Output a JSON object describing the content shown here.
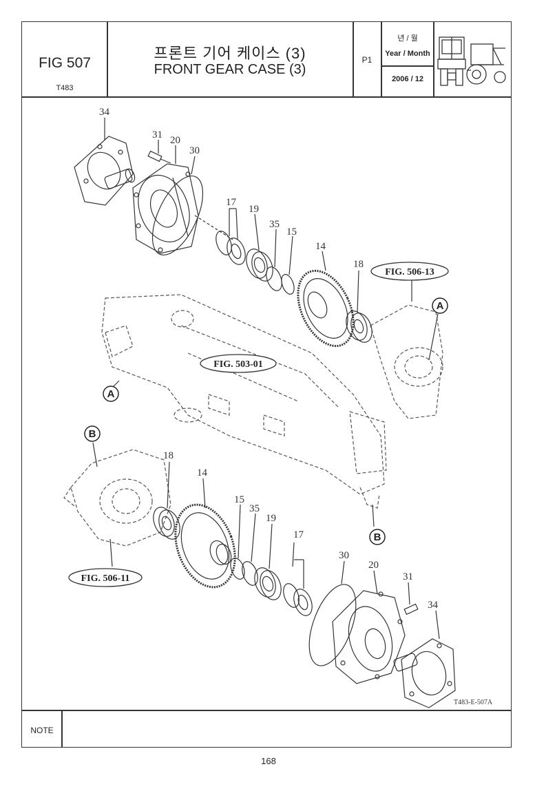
{
  "header": {
    "fig_number": "FIG 507",
    "model": "T483",
    "title_korean": "프론트 기어 케이스 (3)",
    "title_english": "FRONT GEAR CASE (3)",
    "page_id": "P1",
    "year_month_korean": "년 / 월",
    "year_month_english": "Year / Month",
    "date": "2006 / 12"
  },
  "diagram": {
    "upper_part_numbers": [
      "34",
      "31",
      "20",
      "30",
      "17",
      "19",
      "35",
      "15",
      "14",
      "18"
    ],
    "lower_part_numbers": [
      "18",
      "14",
      "15",
      "35",
      "19",
      "17",
      "30",
      "20",
      "31",
      "34"
    ],
    "references": [
      "FIG. 506-13",
      "FIG. 503-01",
      "FIG. 506-11"
    ],
    "markers": [
      "A",
      "A",
      "B",
      "B"
    ],
    "drawing_code": "T483-E-507A"
  },
  "footer": {
    "note_label": "NOTE",
    "page_number": "168"
  }
}
